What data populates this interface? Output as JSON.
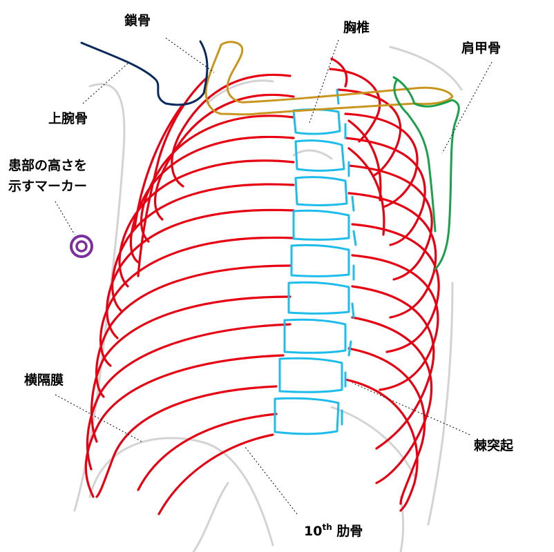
{
  "labels": {
    "clavicle": "鎖骨",
    "thoracic_spine": "胸椎",
    "scapula": "肩甲骨",
    "humerus": "上腕骨",
    "marker_line1": "患部の高さを",
    "marker_line2": "示すマーカー",
    "diaphragm": "横隔膜",
    "spinous_process": "棘突起",
    "rib10_base": "10",
    "rib10_sup": "th",
    "rib10_rest": " 肋骨"
  },
  "colors": {
    "rib": "#e60012",
    "spine": "#1ebcea",
    "clavicle": "#c8961e",
    "humerus": "#0a2a5e",
    "scapula": "#1aa04a",
    "body_outline": "#d3d3d3",
    "marker": "#7a2ea0"
  }
}
